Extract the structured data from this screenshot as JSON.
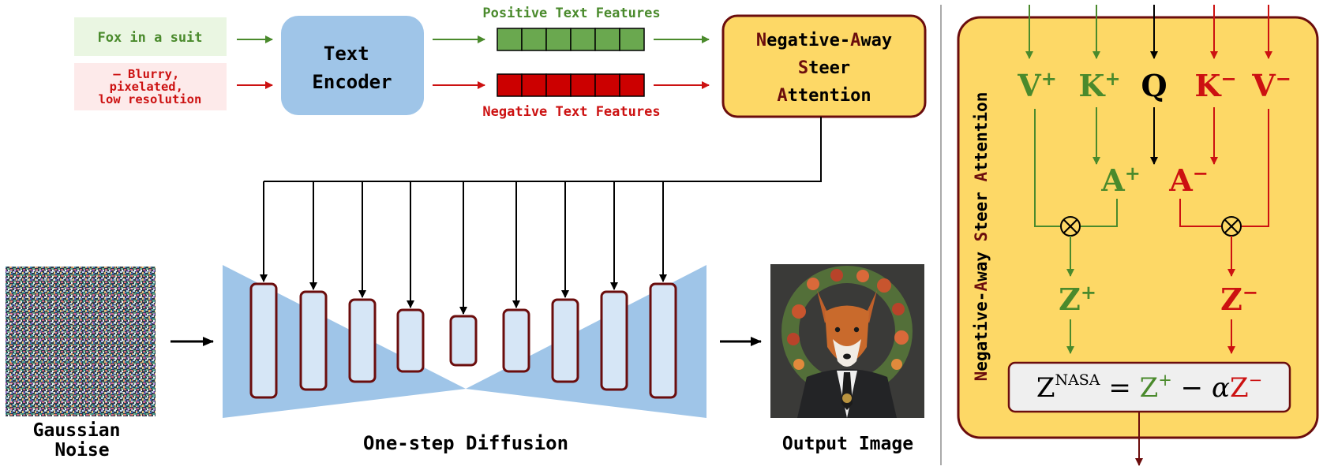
{
  "colors": {
    "green": "#4a8a2c",
    "red": "#cc1111",
    "dark_red": "#6b0d0d",
    "encoder_blue": "#9fc5e8",
    "unet_blue": "#9fc5e8",
    "block_fill": "#d6e6f6",
    "nasa_fill": "#fdd866",
    "pos_prompt_bg": "#eaf6e2",
    "neg_prompt_bg": "#fdeaea",
    "feat_green": "#6aa84f",
    "feat_red": "#cc0000"
  },
  "prompts": {
    "positive": "Fox in a suit",
    "negative_lines": [
      "— Blurry,",
      "pixelated,",
      "low resolution"
    ]
  },
  "encoder": {
    "lines": [
      "Text",
      "Encoder"
    ]
  },
  "features": {
    "positive_label": "Positive Text Features",
    "negative_label": "Negative Text Features",
    "cells": 6
  },
  "nasa_box": {
    "line1": [
      {
        "t": "N",
        "red": true
      },
      {
        "t": "egative-",
        "red": false
      },
      {
        "t": "A",
        "red": true
      },
      {
        "t": "way",
        "red": false
      }
    ],
    "line2": [
      {
        "t": "S",
        "red": true
      },
      {
        "t": "teer",
        "red": false
      }
    ],
    "line3": [
      {
        "t": "A",
        "red": true
      },
      {
        "t": "ttention",
        "red": false
      }
    ]
  },
  "unet": {
    "label": "One-step Diffusion",
    "blocks": 9
  },
  "noise": {
    "lines": [
      "Gaussian",
      "Noise"
    ]
  },
  "output": {
    "label": "Output Image"
  },
  "panel": {
    "vertical_title": [
      {
        "t": "N",
        "red": true
      },
      {
        "t": "egative-",
        "red": false
      },
      {
        "t": "A",
        "red": true
      },
      {
        "t": "way ",
        "red": false
      },
      {
        "t": "S",
        "red": true
      },
      {
        "t": "teer ",
        "red": false
      },
      {
        "t": "A",
        "red": true
      },
      {
        "t": "ttention",
        "red": false
      }
    ],
    "inputs": [
      {
        "base": "V",
        "sup": "+",
        "tone": "green"
      },
      {
        "base": "K",
        "sup": "+",
        "tone": "green"
      },
      {
        "base": "Q",
        "sup": "",
        "tone": "black"
      },
      {
        "base": "K",
        "sup": "−",
        "tone": "red"
      },
      {
        "base": "V",
        "sup": "−",
        "tone": "red"
      }
    ],
    "a_pos": {
      "base": "A",
      "sup": "+"
    },
    "a_neg": {
      "base": "A",
      "sup": "−"
    },
    "z_pos": {
      "base": "Z",
      "sup": "+"
    },
    "z_neg": {
      "base": "Z",
      "sup": "−"
    },
    "otimes": "⊗",
    "formula": {
      "lhs_base": "Z",
      "lhs_sup": "NASA",
      "eq": " = ",
      "t1_base": "Z",
      "t1_sup": "+",
      "minus": " − ",
      "alpha": "α",
      "t2_base": "Z",
      "t2_sup": "−"
    }
  }
}
